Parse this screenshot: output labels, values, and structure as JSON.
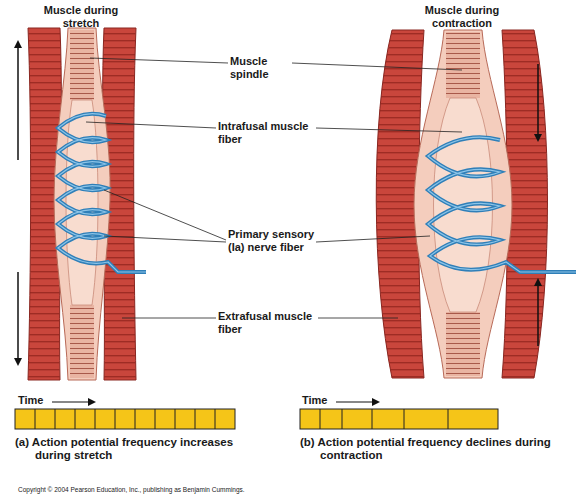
{
  "diagram": {
    "labels": [
      "Muscle during stretch",
      "Muscle during contraction",
      "Muscle spindle",
      "Intrafusal muscle fiber",
      "Primary sensory (Ia) nerve fiber",
      "Extrafusal muscle fiber",
      "Time",
      "Time",
      "(a) Action potential frequency increases during stretch",
      "(b) Action potential frequency declines during contraction",
      "Copyright © 2004 Pearson Education, Inc., publishing as Benjamin Cummings."
    ]
  }
}
